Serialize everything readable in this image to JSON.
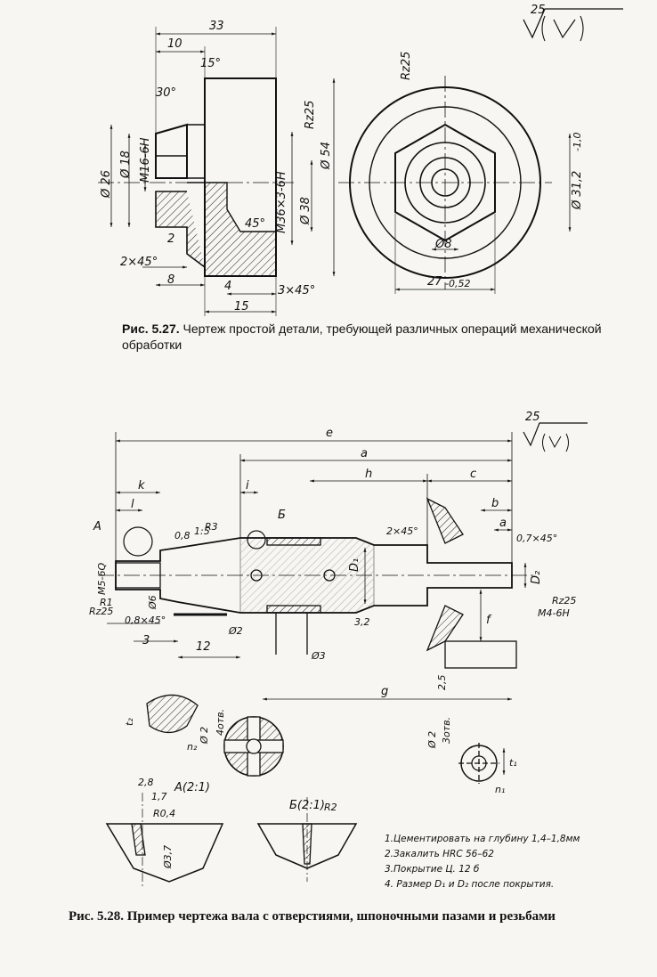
{
  "figure1": {
    "caption_number": "Рис. 5.27.",
    "caption_text": "Чертеж простой детали, требующей различных операций механической обработки",
    "roughness_top": "25",
    "roughness_side": "Rz25",
    "roughness_bore": "Rz25",
    "dims": {
      "d33": "33",
      "d10": "10",
      "a15": "15°",
      "a30": "30°",
      "m16": "M16-6H",
      "d18": "Ø 18",
      "d26": "Ø 26",
      "m36": "M36×3-6H",
      "d38": "Ø 38",
      "d54": "Ø 54",
      "a45": "45°",
      "d2": "2",
      "c2x45": "2×45°",
      "d8": "8",
      "d4": "4",
      "c3x45": "3×45°",
      "d15": "15",
      "d312": "Ø 31,2",
      "d312tol": "-1,0",
      "d8r": "Ø8",
      "d27": "27",
      "d27tol": "-0,52"
    }
  },
  "figure2": {
    "caption_number": "Рис. 5.28.",
    "caption_text": "Пример чертежа вала с отверстиями, шпоночными пазами и резьбами",
    "roughness_top": "25",
    "dims": {
      "e": "e",
      "a": "a",
      "h": "h",
      "c": "c",
      "k": "k",
      "l": "l",
      "i": "i",
      "b": "b",
      "a_small": "a",
      "f": "f",
      "g": "g",
      "taper": "1:5",
      "r3": "R3",
      "d08": "0,8",
      "A": "A",
      "B": "Б",
      "c2x45": "2×45°",
      "c07x45": "0,7×45°",
      "m5": "M5-6Q",
      "r1": "R1",
      "d6": "Ø6",
      "rz25": "Rz25",
      "c08x45": "0,8×45°",
      "d1": "D₁",
      "d2": "D₂",
      "d32": "3,2",
      "rz25b": "Rz25",
      "m4": "M4-6H",
      "n3": "3",
      "n12": "12",
      "phi2": "Ø2",
      "phi3": "Ø3",
      "s25": "2,5",
      "t2": "t₂",
      "phi2b": "Ø 2",
      "holes4": "4отв.",
      "n2": "n₂",
      "phi2c": "Ø 2",
      "holes3": "3отв.",
      "t1": "t₁",
      "n1": "n₁",
      "detA": "A(2:1)",
      "d28": "2,8",
      "d17": "1,7",
      "r04": "R0,4",
      "phi37": "Ø3,7",
      "detB": "Б(2:1)",
      "r2": "R2"
    },
    "notes": [
      "1.Цементировать на глубину 1,4–1,8мм",
      "2.Закалить HRC 56–62",
      "3.Покрытие Ц. 12 б",
      "4. Размер D₁ и D₂ после покрытия."
    ]
  }
}
